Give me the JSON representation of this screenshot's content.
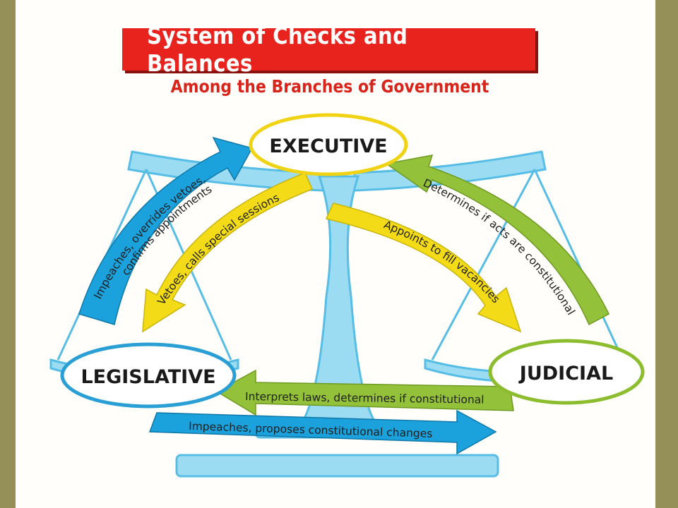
{
  "title": "System of Checks and Balances",
  "subtitle": "Among the Branches of Government",
  "branches": {
    "executive": "EXECUTIVE",
    "legislative": "LEGISLATIVE",
    "judicial": "JUDICIAL"
  },
  "arrows": {
    "leg_to_exec": "Impeaches, overrides vetoes, confirms appointments",
    "leg_to_exec_line1": "Impeaches, overrides vetoes,",
    "leg_to_exec_line2": "confirms appointments",
    "exec_to_leg": "Vetoes, calls special sessions",
    "jud_to_exec": "Determines if acts are constitutional",
    "exec_to_jud": "Appoints to fill vacancies",
    "jud_to_leg": "Interprets laws, determines if constitutional",
    "leg_to_jud": "Impeaches, proposes constitutional changes"
  },
  "colors": {
    "banner": "#e8231e",
    "subtitle": "#d8241b",
    "scale": "#7fd3f0",
    "blue_arrow": "#1ba1dc",
    "yellow_arrow": "#f3dc17",
    "green_arrow": "#93c13a",
    "node_border_exec": "#f0d314",
    "node_border_leg": "#2a9fd6",
    "node_border_jud": "#8cbd2f"
  }
}
